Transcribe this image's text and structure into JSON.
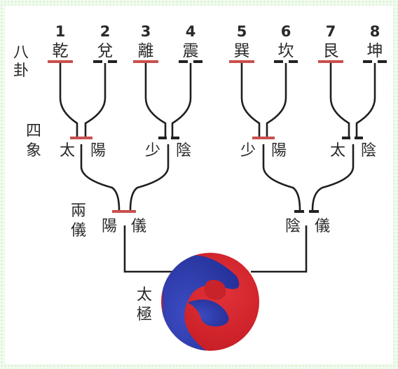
{
  "colors": {
    "yang": "#d9282b",
    "yin": "#2c3ca8",
    "line": "#1f1f1f",
    "yang_bar": "#c9504f",
    "yin_bar": "#222222"
  },
  "trigrams": [
    {
      "num": "1",
      "name": "乾"
    },
    {
      "num": "2",
      "name": "兌"
    },
    {
      "num": "3",
      "name": "離"
    },
    {
      "num": "4",
      "name": "震"
    },
    {
      "num": "5",
      "name": "巽"
    },
    {
      "num": "6",
      "name": "坎"
    },
    {
      "num": "7",
      "name": "艮"
    },
    {
      "num": "8",
      "name": "坤"
    }
  ],
  "levels": {
    "bagua": [
      "八",
      "卦"
    ],
    "sixiang": [
      "四",
      "象"
    ],
    "liangyi": [
      "兩",
      "儀"
    ],
    "taiji": [
      "太",
      "極"
    ]
  },
  "sixiang": [
    {
      "left": "太",
      "right": "陽"
    },
    {
      "left": "少",
      "right": "陰"
    },
    {
      "left": "少",
      "right": "陽"
    },
    {
      "left": "太",
      "right": "陰"
    }
  ],
  "liangyi": [
    {
      "left": "陽",
      "right": "儀"
    },
    {
      "left": "陰",
      "right": "儀"
    }
  ]
}
